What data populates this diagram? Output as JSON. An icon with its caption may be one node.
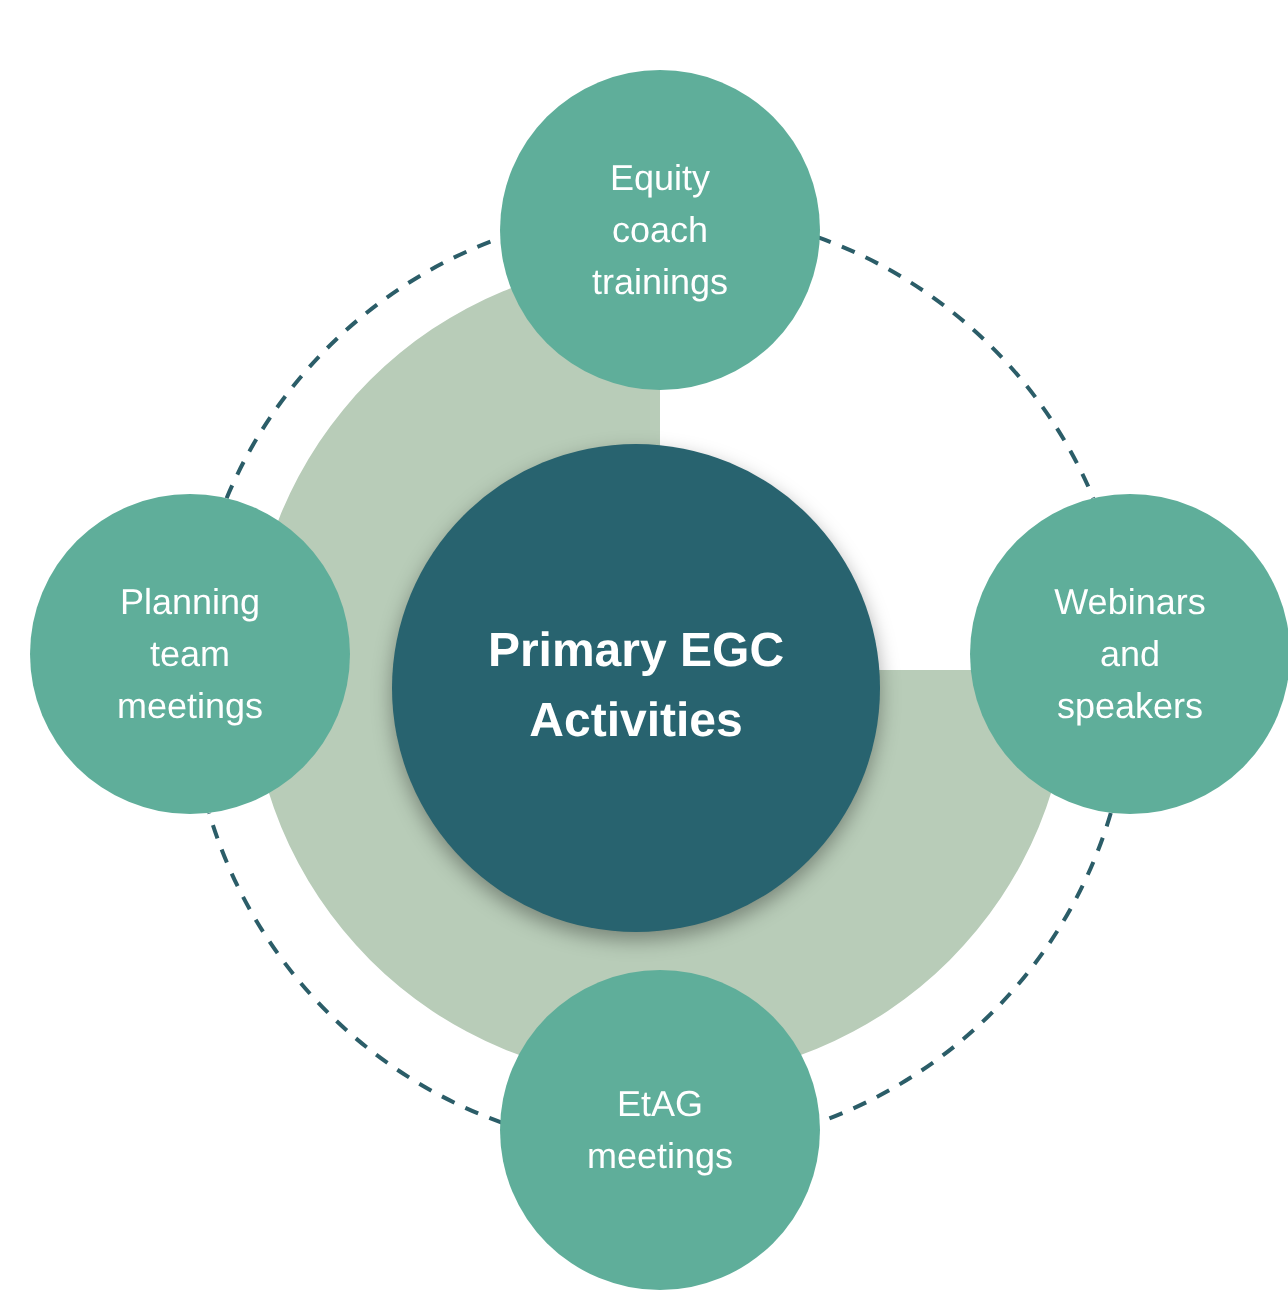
{
  "diagram": {
    "nodes": [
      {
        "text": [
          "Equity coach trainings"
        ]
      },
      {
        "text": [
          "Planning team meetings"
        ]
      },
      {
        "text": [
          "Primary EGC Activities"
        ]
      },
      {
        "text": [
          "Webinars and speakers"
        ]
      },
      {
        "text": [
          "EtAG meetings"
        ]
      }
    ],
    "edges": [
      {
        "from": 0,
        "to": 3,
        "arrow": "none",
        "style": "dashed"
      },
      {
        "from": 3,
        "to": 4,
        "arrow": "none",
        "style": "dashed"
      },
      {
        "from": 4,
        "to": 1,
        "arrow": "none",
        "style": "dashed"
      },
      {
        "from": 1,
        "to": 0,
        "arrow": "none",
        "style": "dashed"
      }
    ]
  }
}
